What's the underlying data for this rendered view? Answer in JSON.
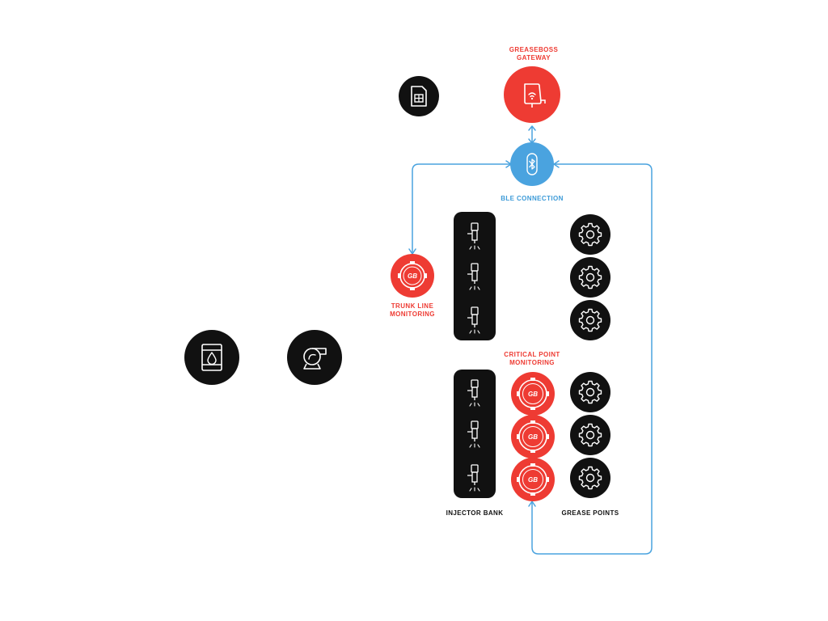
{
  "colors": {
    "accent_red": "#ee3b33",
    "accent_blue": "#4aa3df",
    "node_black": "#111111"
  },
  "labels": {
    "gateway": [
      "GREASEBOSS",
      "GATEWAY"
    ],
    "ble": "BLE CONNECTION",
    "trunk": [
      "TRUNK LINE",
      "MONITORING"
    ],
    "critical": [
      "CRITICAL POINT",
      "MONITORING"
    ],
    "injector_bank": "INJECTOR BANK",
    "grease_points": "GREASE POINTS"
  },
  "icons": {
    "sim": "sim-card-icon",
    "gateway": "gateway-device-icon",
    "ble": "bluetooth-icon",
    "barrel": "oil-barrel-icon",
    "pump": "pump-icon",
    "sensor": "greaseboss-sensor-icon",
    "injector": "injector-icon",
    "gear": "gear-icon"
  }
}
